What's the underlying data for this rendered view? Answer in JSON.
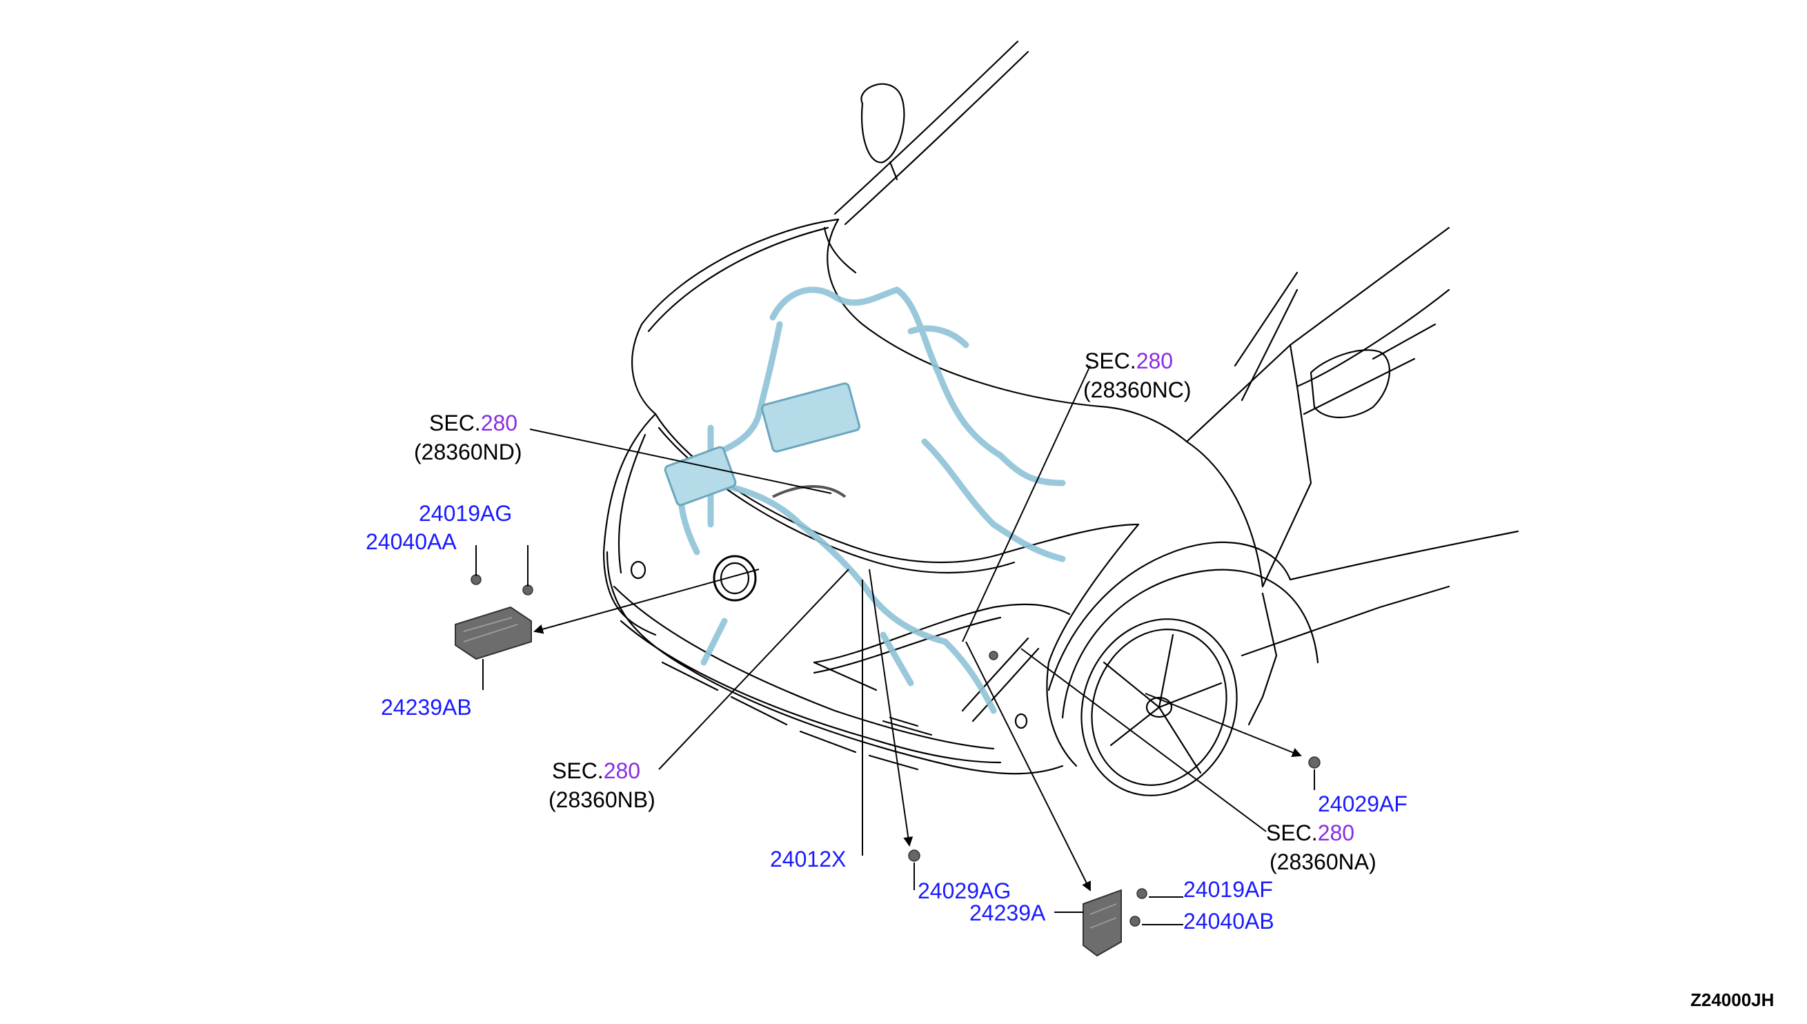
{
  "colors": {
    "part_label": "#1a1aff",
    "section_number": "#8a2be2",
    "outline": "#000000",
    "harness": "#8fc3d8",
    "bracket": "#555555"
  },
  "sections": [
    {
      "id": "nd",
      "prefix": "SEC.",
      "number": "280",
      "ref": "(28360ND)"
    },
    {
      "id": "nc",
      "prefix": "SEC.",
      "number": "280",
      "ref": "(28360NC)"
    },
    {
      "id": "nb",
      "prefix": "SEC.",
      "number": "280",
      "ref": "(28360NB)"
    },
    {
      "id": "na",
      "prefix": "SEC.",
      "number": "280",
      "ref": "(28360NA)"
    }
  ],
  "parts": {
    "p24019ag": "24019AG",
    "p24040aa": "24040AA",
    "p24239ab": "24239AB",
    "p24012x": "24012X",
    "p24029ag": "24029AG",
    "p24239a": "24239A",
    "p24019af": "24019AF",
    "p24040ab": "24040AB",
    "p24029af": "24029AF"
  },
  "diagram_code": "Z24000JH"
}
